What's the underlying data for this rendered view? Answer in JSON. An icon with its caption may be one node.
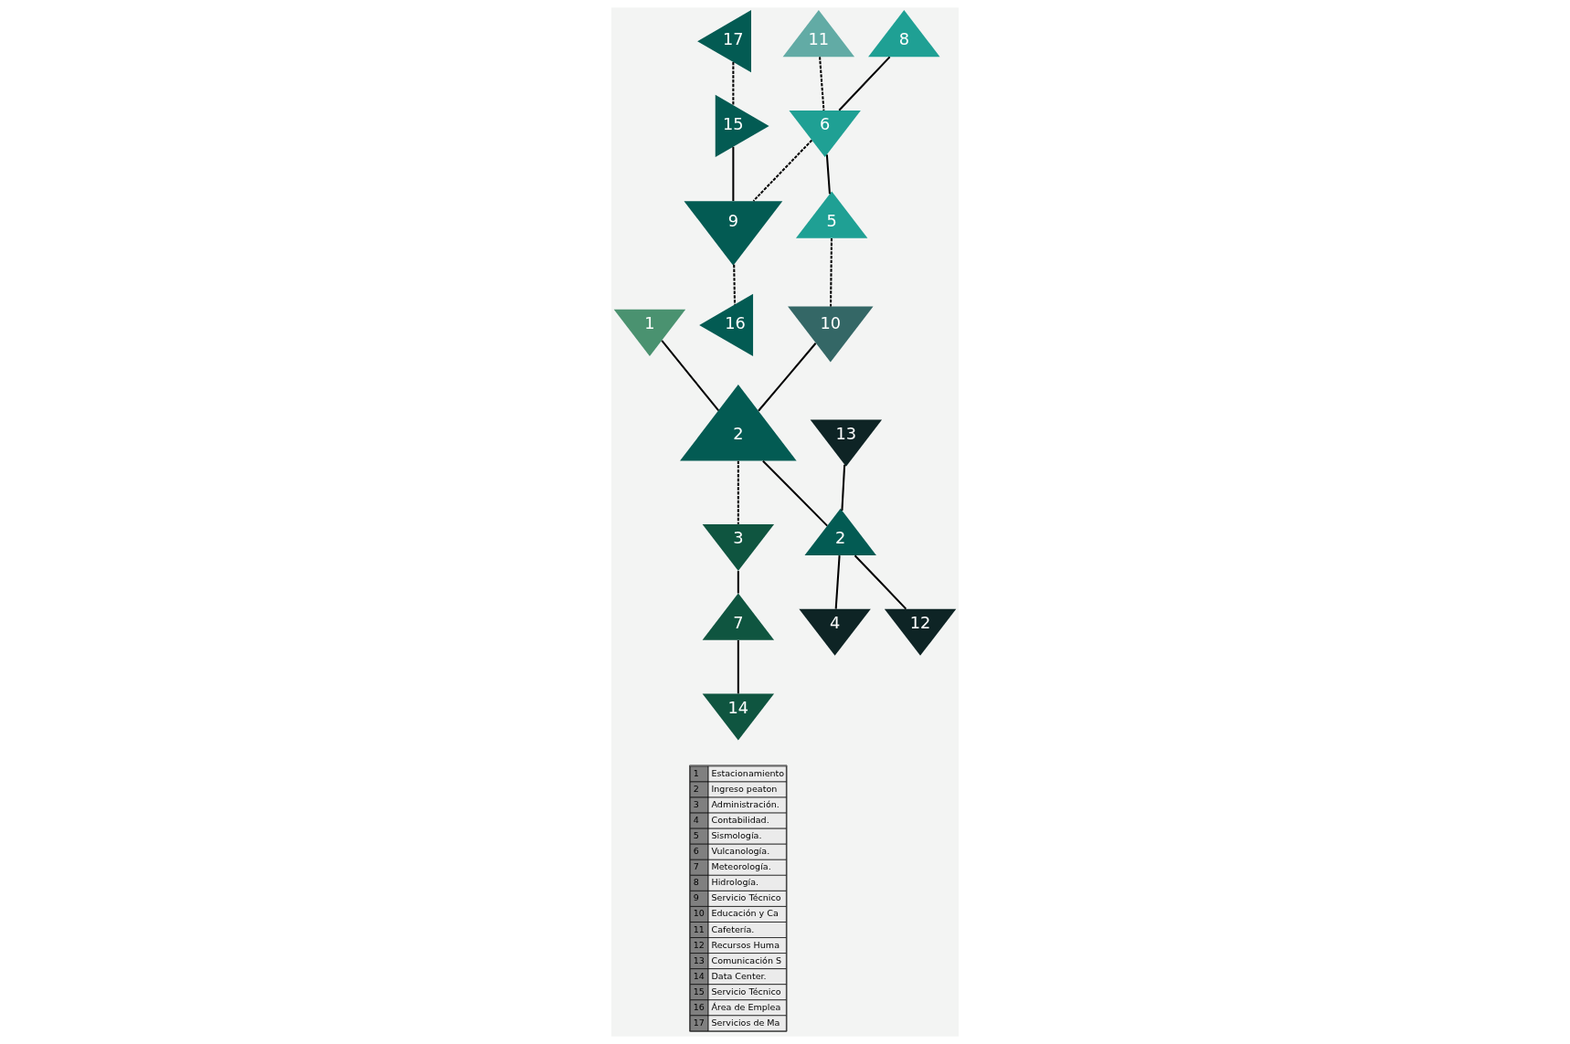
{
  "diagram": {
    "nodes": [
      {
        "text": [
          "1"
        ]
      },
      {
        "text": [
          "3"
        ]
      },
      {
        "text": [
          "14"
        ]
      },
      {
        "text": [
          "11"
        ]
      },
      {
        "text": [
          "7"
        ]
      },
      {
        "text": [
          "10"
        ]
      },
      {
        "text": [
          "6"
        ]
      },
      {
        "text": [
          "2"
        ]
      },
      {
        "text": [
          "8"
        ]
      },
      {
        "text": [
          "5"
        ]
      },
      {
        "text": [
          "9"
        ]
      },
      {
        "text": [
          "13"
        ]
      },
      {
        "text": [
          "4"
        ]
      },
      {
        "text": [
          "2"
        ]
      },
      {
        "text": [
          "17"
        ]
      },
      {
        "text": [
          "15"
        ]
      },
      {
        "text": [
          "16"
        ]
      },
      {
        "text": [
          "12"
        ]
      }
    ],
    "edges": [
      {
        "from": 0,
        "to": 7,
        "arrow": "none"
      },
      {
        "from": 7,
        "to": 1,
        "arrow": "none",
        "style": "dashed"
      },
      {
        "from": 1,
        "to": 4,
        "arrow": "none"
      },
      {
        "from": 4,
        "to": 2,
        "arrow": "none"
      },
      {
        "from": 3,
        "to": 6,
        "arrow": "none",
        "style": "dashed"
      },
      {
        "from": 8,
        "to": 6,
        "arrow": "none"
      },
      {
        "from": 6,
        "to": 9,
        "arrow": "none"
      },
      {
        "from": 9,
        "to": 5,
        "arrow": "none",
        "style": "dashed"
      },
      {
        "from": 5,
        "to": 7,
        "arrow": "none"
      },
      {
        "from": 6,
        "to": 10,
        "arrow": "none",
        "style": "dashed"
      },
      {
        "from": 15,
        "to": 10,
        "arrow": "none"
      },
      {
        "from": 10,
        "to": 16,
        "arrow": "none",
        "style": "dashed"
      },
      {
        "from": 14,
        "to": 15,
        "arrow": "none",
        "style": "dashed"
      },
      {
        "from": 7,
        "to": 13,
        "arrow": "none"
      },
      {
        "from": 11,
        "to": 13,
        "arrow": "none"
      },
      {
        "from": 13,
        "to": 12,
        "arrow": "none"
      },
      {
        "from": 13,
        "to": 17,
        "arrow": "none"
      }
    ],
    "labels": [
      "1",
      "Estacionamiento",
      "2",
      "Ingreso peaton",
      "3",
      "Administración.",
      "4",
      "Contabilidad.",
      "5",
      "Sismología.",
      "6",
      "Vulcanología.",
      "7",
      "Meteorología.",
      "8",
      "Hidrología.",
      "9",
      "Servicio Técnico",
      "10",
      "Educación y Ca",
      "11",
      "Cafetería.",
      "12",
      "Recursos Huma",
      "13",
      "Comunicación S",
      "14",
      "Data Center.",
      "15",
      "Servicio Técnico",
      "16",
      "Área de Emplea",
      "17",
      "Servicios de Ma"
    ]
  }
}
